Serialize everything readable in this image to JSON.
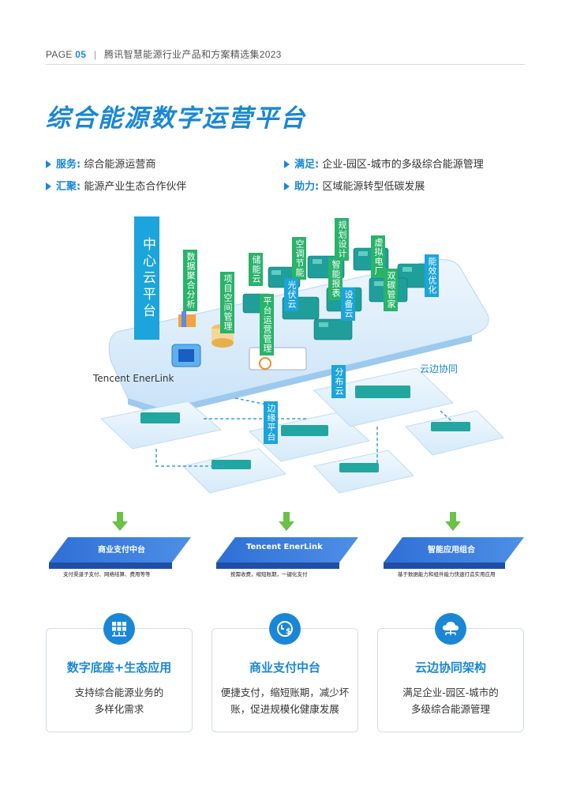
{
  "header": {
    "page_label": "PAGE",
    "page_number": "05",
    "separator": "|",
    "collection_title": "腾讯智慧能源行业产品和方案精选集2023"
  },
  "title": "综合能源数字运营平台",
  "bullets": [
    {
      "key": "服务:",
      "text": "综合能源运营商"
    },
    {
      "key": "汇聚:",
      "text": "能源产业生态合作伙伴"
    },
    {
      "key": "满足:",
      "text": "企业-园区-城市的多级综合能源管理"
    },
    {
      "key": "助力:",
      "text": "区域能源转型低碳发展"
    }
  ],
  "diagram": {
    "central_label": "中心云平台",
    "cloud_modules": [
      "数据聚合分析",
      "项目空间管理",
      "储能云",
      "平台运营管理",
      "空调节能",
      "光伏云",
      "规划设计",
      "智能报表",
      "设备云",
      "虚拟电厂",
      "双碳管家",
      "能效优化"
    ],
    "brand": "Tencent EnerLink",
    "cloud_edge_label": "云边协同",
    "distributed_cloud_label": "分布云",
    "edge_platform_label": "边缘平台",
    "platforms": [
      {
        "name": "商业支付中台",
        "caption": "支付渠道子支付、网络结算、费用等等"
      },
      {
        "name": "Tencent EnerLink",
        "caption": "按需收费，缩短账期，一键化支付"
      },
      {
        "name": "智能应用组合",
        "caption": "基于数据能力和组件能力快速打造实用应用"
      }
    ],
    "colors": {
      "accent": "#1a87d6",
      "green": "#29b36b",
      "cyan": "#1ca4dc",
      "platform": "#2f6fd6"
    }
  },
  "cards": [
    {
      "icon": "grid-network-icon",
      "title": "数字底座+生态应用",
      "desc_line1": "支持综合能源业务的",
      "desc_line2": "多样化需求"
    },
    {
      "icon": "payment-clock-icon",
      "title": "商业支付中台",
      "desc_line1": "便捷支付，缩短账期，减少坏",
      "desc_line2": "账，促进规模化健康发展"
    },
    {
      "icon": "cloud-edge-icon",
      "title": "云边协同架构",
      "desc_line1": "满足企业-园区-城市的",
      "desc_line2": "多级综合能源管理"
    }
  ]
}
